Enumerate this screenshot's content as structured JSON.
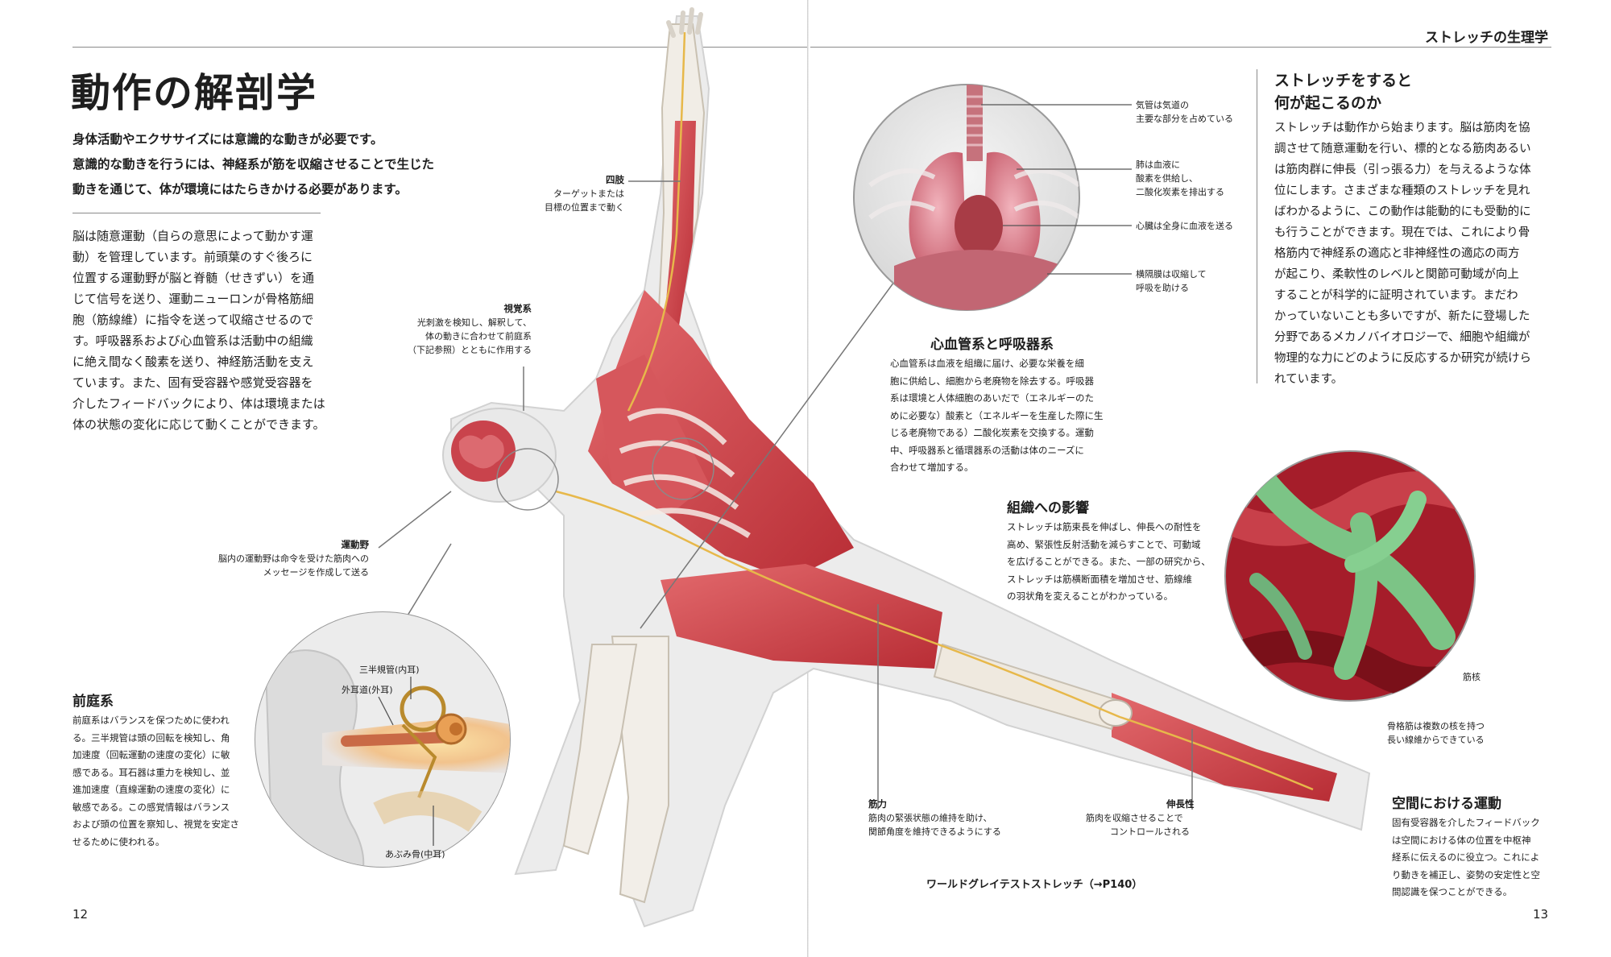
{
  "header": {
    "running_title": "ストレッチの生理学"
  },
  "left": {
    "title": "動作の解剖学",
    "lead": [
      "身体活動やエクササイズには意識的な動きが必要です。",
      "意識的な動きを行うには、神経系が筋を収縮させることで生じた",
      "動きを通じて、体が環境にはたらきかける必要があります。"
    ],
    "body": [
      "脳は随意運動（自らの意思によって動かす運",
      "動）を管理しています。前頭葉のすぐ後ろに",
      "位置する運動野が脳と脊髄（せきずい）を通",
      "じて信号を送り、運動ニューロンが骨格筋細",
      "胞（筋線維）に指令を送って収縮させるので",
      "す。呼吸器系および心血管系は活動中の組織",
      "に絶え間なく酸素を送り、神経筋活動を支え",
      "ています。また、固有受容器や感覚受容器を",
      "介したフィードバックにより、体は環境または",
      "体の状態の変化に応じて動くことができます。"
    ],
    "page_number": "12"
  },
  "right": {
    "sidebar": {
      "title": [
        "ストレッチをすると",
        "何が起こるのか"
      ],
      "body": [
        "ストレッチは動作から始まります。脳は筋肉を協",
        "調させて随意運動を行い、標的となる筋肉あるい",
        "は筋肉群に伸長（引っ張る力）を与えるような体",
        "位にします。さまざまな種類のストレッチを見れ",
        "ばわかるように、この動作は能動的にも受動的に",
        "も行うことができます。現在では、これにより骨",
        "格筋内で神経系の適応と非神経性の適応の両方",
        "が起こり、柔軟性のレベルと関節可動域が向上",
        "することが科学的に証明されています。まだわ",
        "かっていないことも多いですが、新たに登場した",
        "分野であるメカノバイオロジーで、細胞や組織が",
        "物理的な力にどのように反応するか研究が続けら",
        "れています。"
      ]
    },
    "page_number": "13"
  },
  "labels": {
    "limbs": {
      "title": "四肢",
      "desc": [
        "ターゲットまたは",
        "目標の位置まで動く"
      ]
    },
    "vision": {
      "title": "視覚系",
      "desc": [
        "光刺激を検知し、解釈して、",
        "体の動きに合わせて前庭系",
        "（下記参照）とともに作用する"
      ]
    },
    "motor_cortex": {
      "title": "運動野",
      "desc": [
        "脳内の運動野は命令を受けた筋肉への",
        "メッセージを作成して送る"
      ]
    },
    "semicircular": "三半規管(内耳)",
    "ear_canal": "外耳道(外耳)",
    "stapes": "あぶみ骨(中耳)",
    "trachea": [
      "気管は気道の",
      "主要な部分を占めている"
    ],
    "lungs": [
      "肺は血液に",
      "酸素を供給し、",
      "二酸化炭素を排出する"
    ],
    "heart": "心臓は全身に血液を送る",
    "diaphragm": [
      "横隔膜は収縮して",
      "呼吸を助ける"
    ],
    "nucleus": "筋核",
    "skeletal_fiber": [
      "骨格筋は複数の核を持つ",
      "長い線維からできている"
    ],
    "strength": {
      "title": "筋力",
      "desc": [
        "筋肉の緊張状態の維持を助け、",
        "関節角度を維持できるようにする"
      ]
    },
    "extensibility": {
      "title": "伸長性",
      "desc": [
        "筋肉を収縮させることで",
        "コントロールされる"
      ]
    }
  },
  "captions": {
    "vestibular": {
      "title": "前庭系",
      "body": [
        "前庭系はバランスを保つために使われ",
        "る。三半規管は頭の回転を検知し、角",
        "加速度（回転運動の速度の変化）に敏",
        "感である。耳石器は重力を検知し、並",
        "進加速度（直線運動の速度の変化）に",
        "敏感である。この感覚情報はバランス",
        "および頭の位置を察知し、視覚を安定さ",
        "せるために使われる。"
      ]
    },
    "cardio": {
      "title": "心血管系と呼吸器系",
      "body": [
        "心血管系は血液を組織に届け、必要な栄養を細",
        "胞に供給し、細胞から老廃物を除去する。呼吸器",
        "系は環境と人体細胞のあいだで（エネルギーのた",
        "めに必要な）酸素と（エネルギーを生産した際に生",
        "じる老廃物である）二酸化炭素を交換する。運動",
        "中、呼吸器系と循環器系の活動は体のニーズに",
        "合わせて増加する。"
      ]
    },
    "tissue": {
      "title": "組織への影響",
      "body": [
        "ストレッチは筋束長を伸ばし、伸長への耐性を",
        "高め、緊張性反射活動を減らすことで、可動域",
        "を広げることができる。また、一部の研究から、",
        "ストレッチは筋横断面積を増加させ、筋線維",
        "の羽状角を変えることがわかっている。"
      ]
    },
    "spatial": {
      "title": "空間における運動",
      "body": [
        "固有受容器を介したフィードバック",
        "は空間における体の位置を中枢神",
        "経系に伝えるのに役立つ。これによ",
        "り動きを補正し、姿勢の安定性と空",
        "間認識を保つことができる。"
      ]
    }
  },
  "figure_caption": "ワールドグレイテストストレッチ（→P140）",
  "colors": {
    "muscle": "#c8393f",
    "muscle_light": "#e1666a",
    "bone": "#eeeae2",
    "body_ghost": "#e6e6e6",
    "lung": "#d98c97",
    "fiber_green": "#7cc486",
    "fiber_bg": "#a51d2a",
    "nerve": "#e7b84a"
  }
}
